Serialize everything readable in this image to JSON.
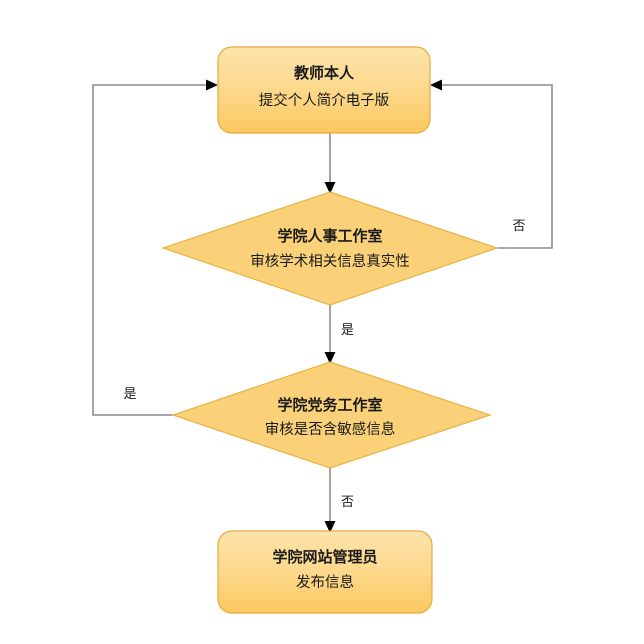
{
  "diagram": {
    "title_text": "",
    "palette": {
      "box_fill_top": "#FDE3A7",
      "box_fill_bottom": "#FCCB63",
      "box_stroke": "#E8A93A",
      "diamond_fill": "#FAD179",
      "diamond_stroke": "#E8B349",
      "line_color": "#8C8C8C",
      "arrow_color": "#000000",
      "text_color": "#1A1A1A",
      "background": "#FFFFFF"
    },
    "nodes": [
      {
        "id": "teacher",
        "shape": "rounded-rectangle",
        "title": "教师本人",
        "subtitle": "提交个人简介电子版"
      },
      {
        "id": "hr-office",
        "shape": "diamond",
        "title": "学院人事工作室",
        "subtitle": "审核学术相关信息真实性"
      },
      {
        "id": "party-office",
        "shape": "diamond",
        "title": "学院党务工作室",
        "subtitle": "审核是否含敏感信息"
      },
      {
        "id": "web-admin",
        "shape": "rounded-rectangle",
        "title": "学院网站管理员",
        "subtitle": "发布信息"
      }
    ],
    "edges": [
      {
        "id": "teacher-to-hr",
        "from": "teacher",
        "to": "hr-office",
        "label": ""
      },
      {
        "id": "hr-yes-to-party",
        "from": "hr-office",
        "to": "party-office",
        "label": "是"
      },
      {
        "id": "hr-no-to-teacher",
        "from": "hr-office",
        "to": "teacher",
        "label": "否"
      },
      {
        "id": "party-yes-to-teacher",
        "from": "party-office",
        "to": "teacher",
        "label": "是"
      },
      {
        "id": "party-no-to-admin",
        "from": "party-office",
        "to": "web-admin",
        "label": "否"
      }
    ]
  }
}
